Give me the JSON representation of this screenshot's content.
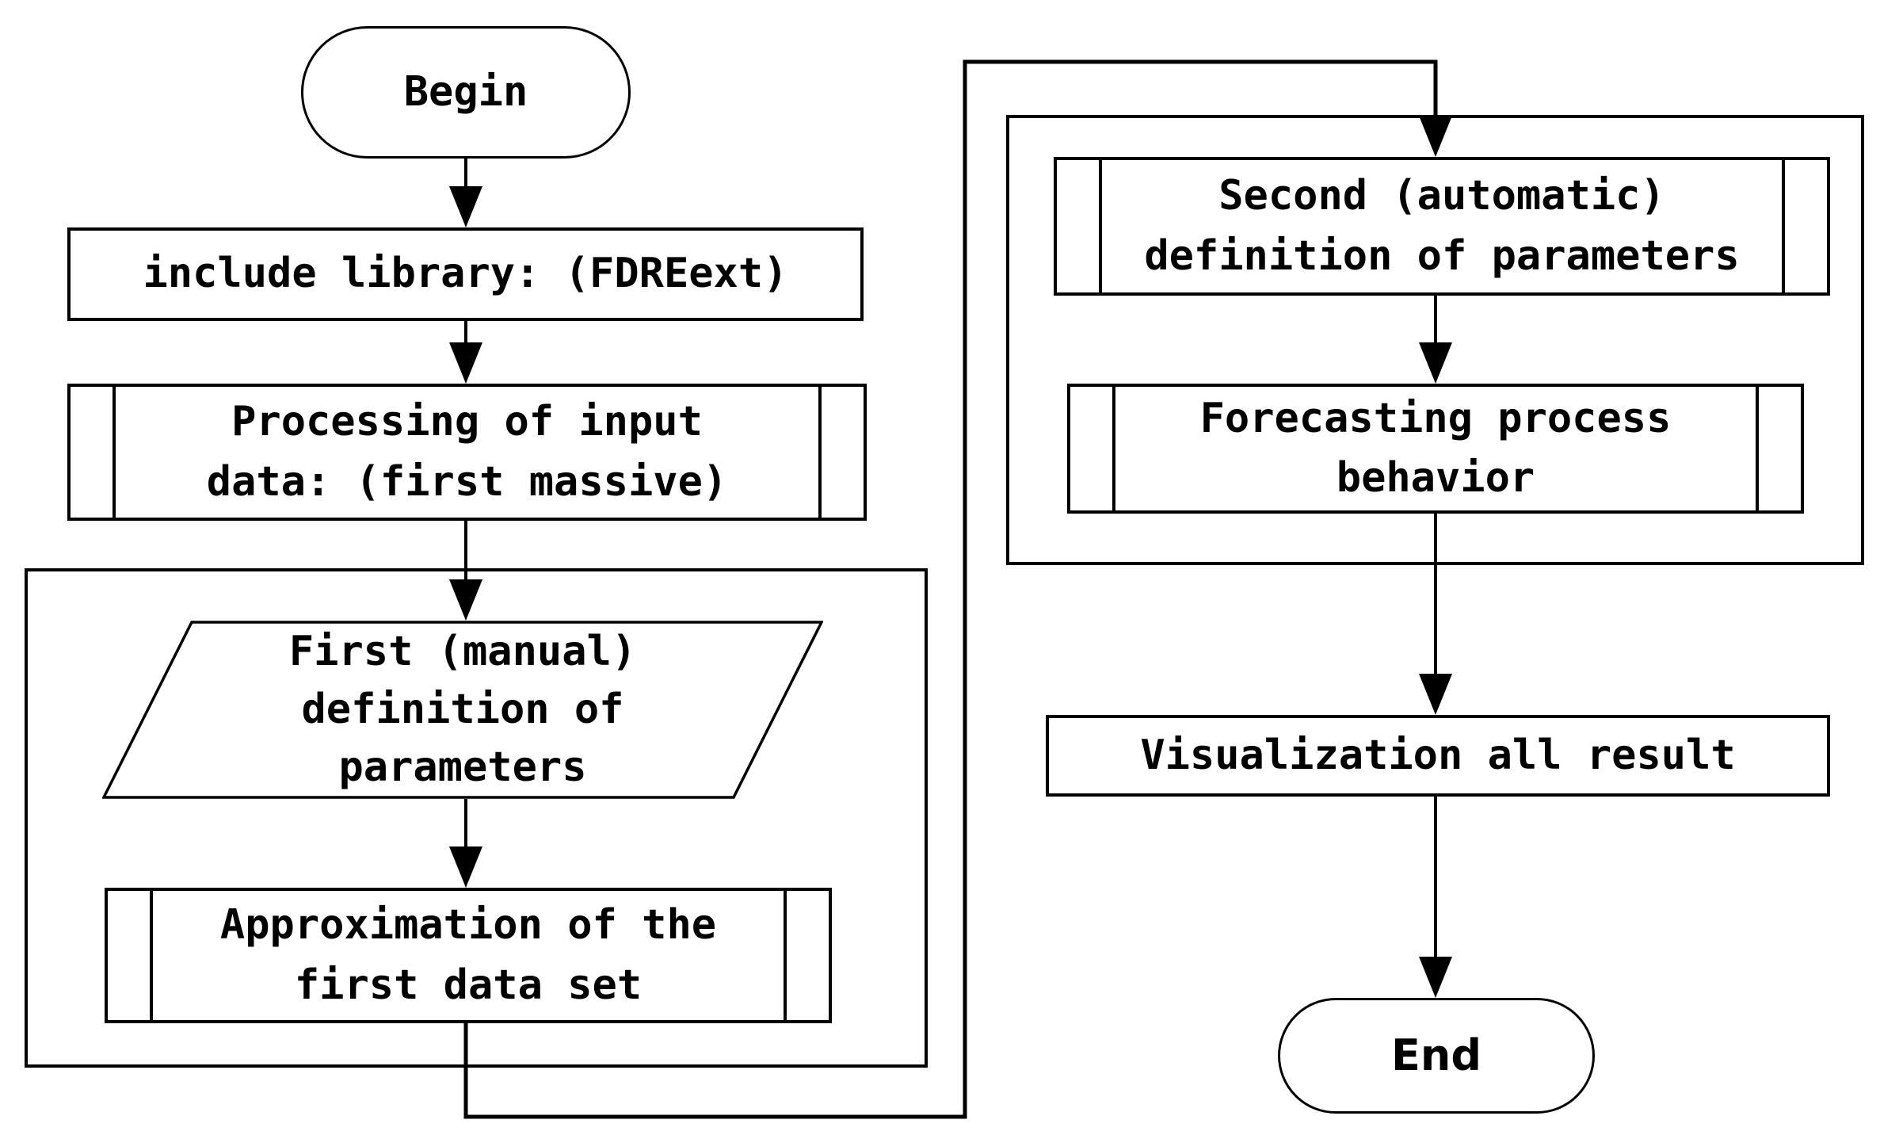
{
  "diagram": {
    "background_color": "#ffffff",
    "line_color": "#000000",
    "nodes": {
      "begin": {
        "type": "terminator",
        "label": "Begin"
      },
      "include_library": {
        "type": "process",
        "label": "include library: (FDREext)"
      },
      "processing_input": {
        "type": "predefined-process",
        "label": "Processing of input\ndata: (first massive)"
      },
      "first_definition": {
        "type": "data-parallelogram",
        "label": "First (manual)\ndefinition of\nparameters"
      },
      "approximation": {
        "type": "predefined-process",
        "label": "Approximation of the\nfirst data set"
      },
      "second_definition": {
        "type": "predefined-process",
        "label": "Second (automatic)\ndefinition of parameters"
      },
      "forecasting": {
        "type": "predefined-process",
        "label": "Forecasting process\nbehavior"
      },
      "visualization": {
        "type": "process",
        "label": "Visualization all result"
      },
      "end": {
        "type": "terminator",
        "label": "End"
      }
    }
  }
}
